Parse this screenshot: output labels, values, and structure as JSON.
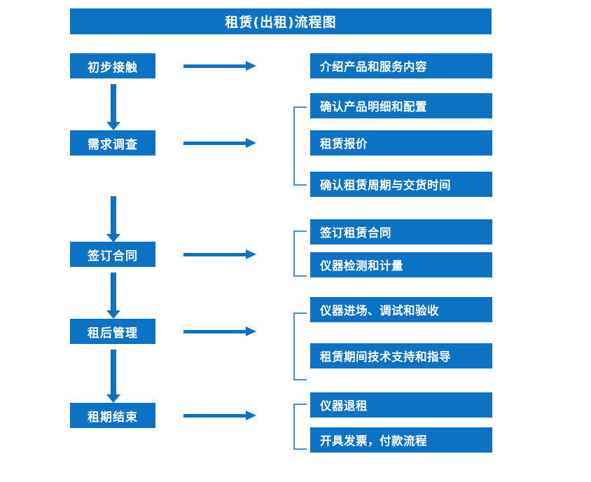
{
  "colors": {
    "box_blue": "#0B72C4",
    "arrow_blue": "#1271B8",
    "bracket_blue": "#4A8FCB",
    "text_white": "#FFFFFF",
    "background": "#FFFFFF"
  },
  "header": {
    "title": "租赁(出租)流程图"
  },
  "stages": [
    {
      "label": "初步接触"
    },
    {
      "label": "需求调查"
    },
    {
      "label": "签订合同"
    },
    {
      "label": "租后管理"
    },
    {
      "label": "租期结束"
    }
  ],
  "details": [
    {
      "label": "介绍产品和服务内容"
    },
    {
      "label": "确认产品明细和配置"
    },
    {
      "label": "租赁报价"
    },
    {
      "label": "确认租赁周期与交货时间"
    },
    {
      "label": "签订租赁合同"
    },
    {
      "label": "仪器检测和计量"
    },
    {
      "label": "仪器进场、调试和验收"
    },
    {
      "label": "租赁期间技术支持和指导"
    },
    {
      "label": "仪器退租"
    },
    {
      "label": "开具发票，付款流程"
    }
  ]
}
